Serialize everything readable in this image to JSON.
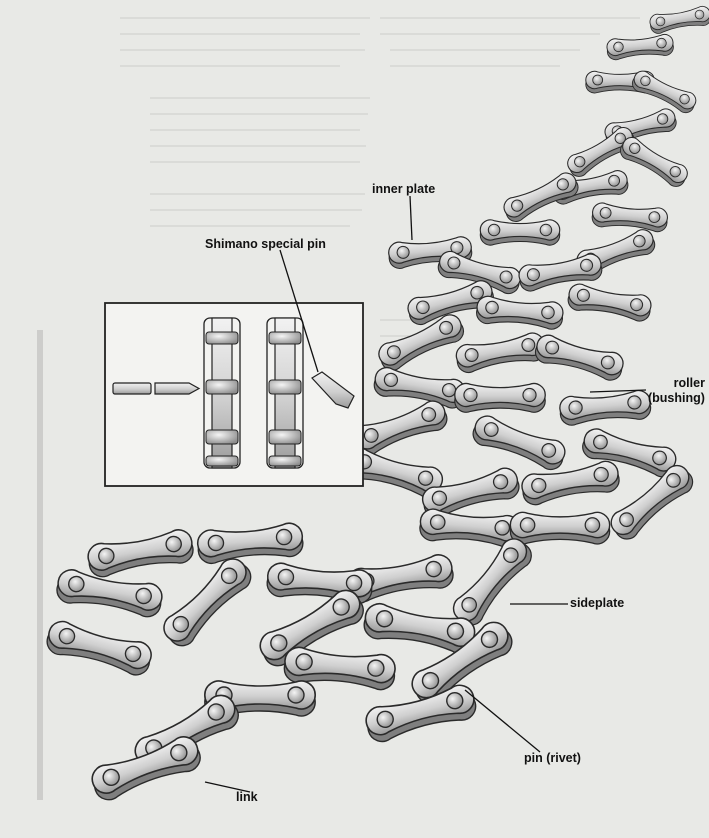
{
  "labels": {
    "inner_plate": "inner plate",
    "shimano_pin": "Shimano special pin",
    "roller_line1": "roller",
    "roller_line2": "(bushing)",
    "sideplate": "sideplate",
    "pin": "pin (rivet)",
    "link": "link"
  },
  "colors": {
    "background": "#e8e9e6",
    "plate_light": "#dcdcdc",
    "plate_shadow": "#8c8c8c",
    "outline": "#2a2a2a",
    "label": "#111111"
  }
}
